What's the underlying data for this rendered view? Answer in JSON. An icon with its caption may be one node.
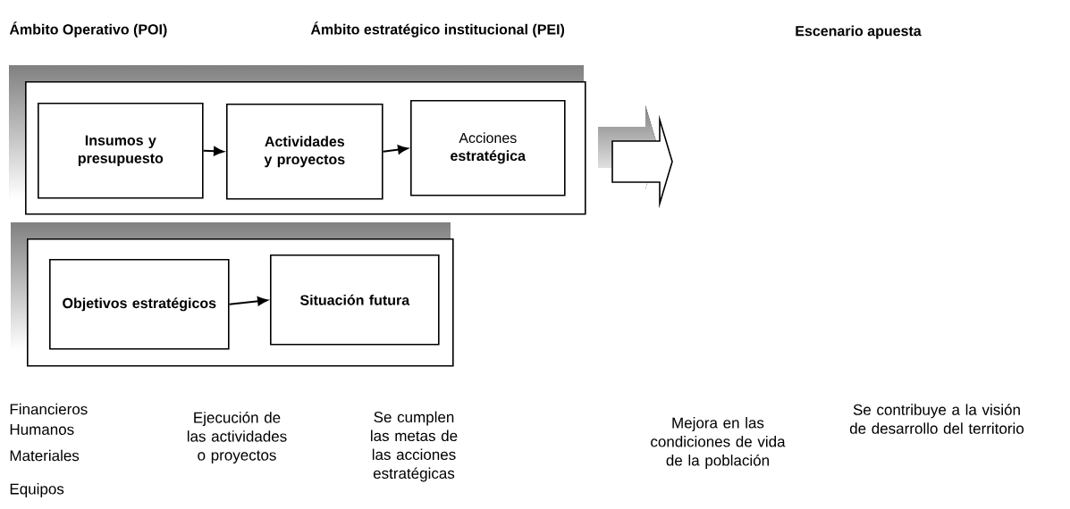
{
  "diagram": {
    "nodes": [
      {
        "text": [],
        "shape": "box"
      },
      {
        "text": [
          "Insumos y presupuesto"
        ],
        "in": 0
      },
      {
        "text": [
          "Actividades y proyectos"
        ],
        "in": 0
      },
      {
        "text": [
          "Acciones **estratégica**"
        ],
        "in": 0
      },
      {
        "text": [],
        "shape": "box"
      },
      {
        "text": [
          "Objetivos estratégicos"
        ],
        "in": 4
      },
      {
        "text": [
          "Situación futura"
        ],
        "in": 4
      },
      {
        "text": [],
        "shape": "arrow"
      }
    ],
    "edges": [
      {
        "from": 1,
        "to": 2,
        "arrow": "to"
      },
      {
        "from": 2,
        "to": 3,
        "arrow": "to"
      },
      {
        "from": 5,
        "to": 6,
        "arrow": "to"
      }
    ],
    "labels": [
      "Ámbito Operativo (POI)",
      "Ámbito estratégico institucional (PEI)",
      "Escenario apuesta",
      "Financieros",
      "Humanos",
      "Materiales",
      "Equipos",
      "Ejecución de las actividades o proyectos",
      "Se cumplen las metas de las acciones estratégicas",
      "Mejora en las condiciones de vida de la población",
      "Se contribuye a la visión de desarrollo del territorio"
    ]
  }
}
